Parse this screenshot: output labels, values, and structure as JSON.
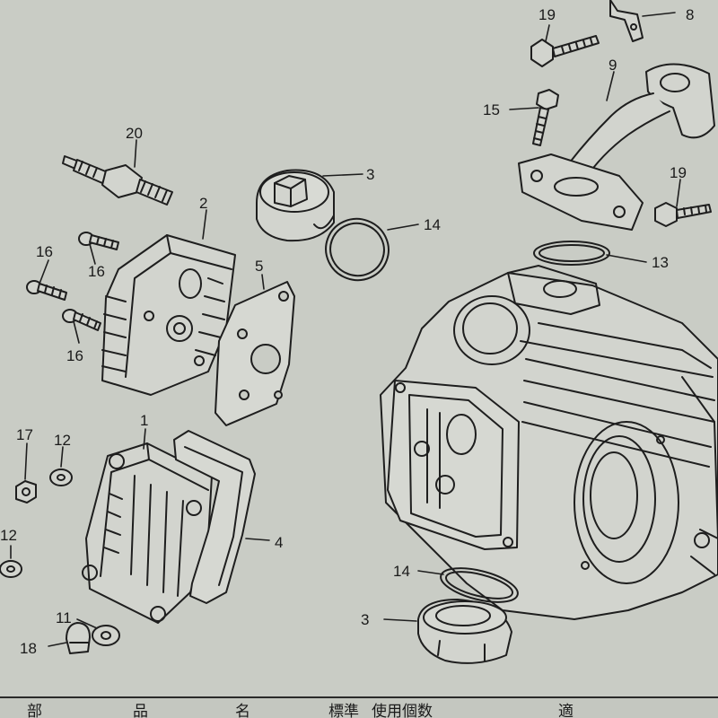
{
  "labels": [
    {
      "id": "l19a",
      "text": "19"
    },
    {
      "id": "l8",
      "text": "8"
    },
    {
      "id": "l9",
      "text": "9"
    },
    {
      "id": "l15",
      "text": "15"
    },
    {
      "id": "l20",
      "text": "20"
    },
    {
      "id": "l3a",
      "text": "3"
    },
    {
      "id": "l19b",
      "text": "19"
    },
    {
      "id": "l2",
      "text": "2"
    },
    {
      "id": "l14a",
      "text": "14"
    },
    {
      "id": "l13",
      "text": "13"
    },
    {
      "id": "l16a",
      "text": "16"
    },
    {
      "id": "l16b",
      "text": "16"
    },
    {
      "id": "l5",
      "text": "5"
    },
    {
      "id": "l16c",
      "text": "16"
    },
    {
      "id": "l17",
      "text": "17"
    },
    {
      "id": "l12a",
      "text": "12"
    },
    {
      "id": "l1",
      "text": "1"
    },
    {
      "id": "l4",
      "text": "4"
    },
    {
      "id": "l12b",
      "text": "12"
    },
    {
      "id": "l14b",
      "text": "14"
    },
    {
      "id": "l11",
      "text": "11"
    },
    {
      "id": "l3b",
      "text": "3"
    },
    {
      "id": "l18",
      "text": "18"
    }
  ],
  "footer": [
    "部",
    "品",
    "名",
    "標準",
    "使用個数",
    "適"
  ]
}
